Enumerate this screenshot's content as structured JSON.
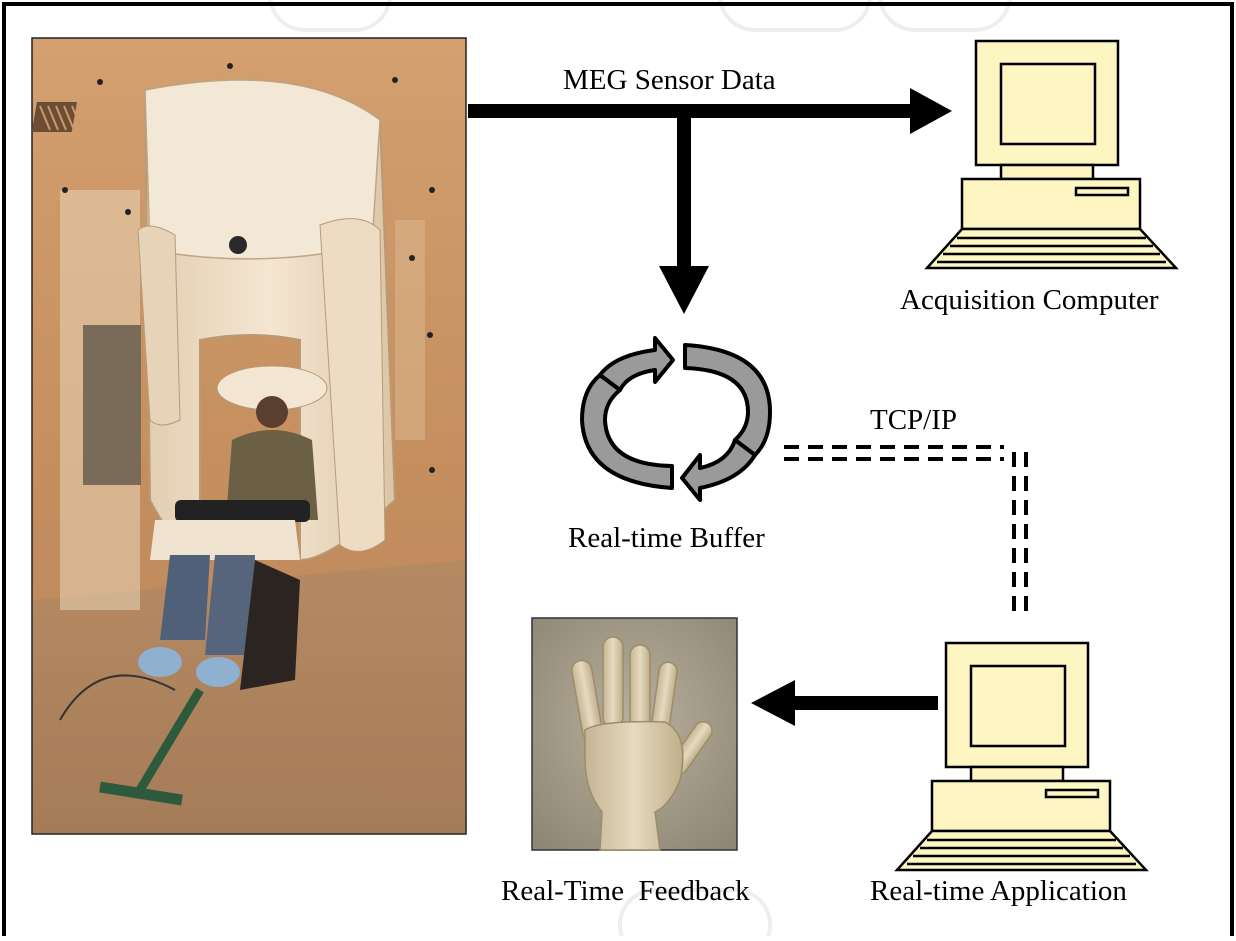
{
  "diagram": {
    "labels": {
      "meg_sensor_data": "MEG Sensor Data",
      "acquisition_computer": "Acquisition Computer",
      "tcp_ip": "TCP/IP",
      "realtime_buffer": "Real-time Buffer",
      "realtime_feedback": "Real-Time  Feedback",
      "realtime_application": "Real-time Application"
    },
    "colors": {
      "frame": "#000000",
      "computer_fill": "#fdf6c3",
      "buffer_arrow_fill": "#9a9a9a",
      "photo_wall": "#c79466",
      "scanner_white": "#efe2cf",
      "feedback_bg": "#a79f8c",
      "hand": "#d8ccb0"
    },
    "icons": [
      "meg-scanner-photo",
      "computer-icon",
      "buffer-cycle-icon",
      "hand-feedback-image"
    ]
  }
}
